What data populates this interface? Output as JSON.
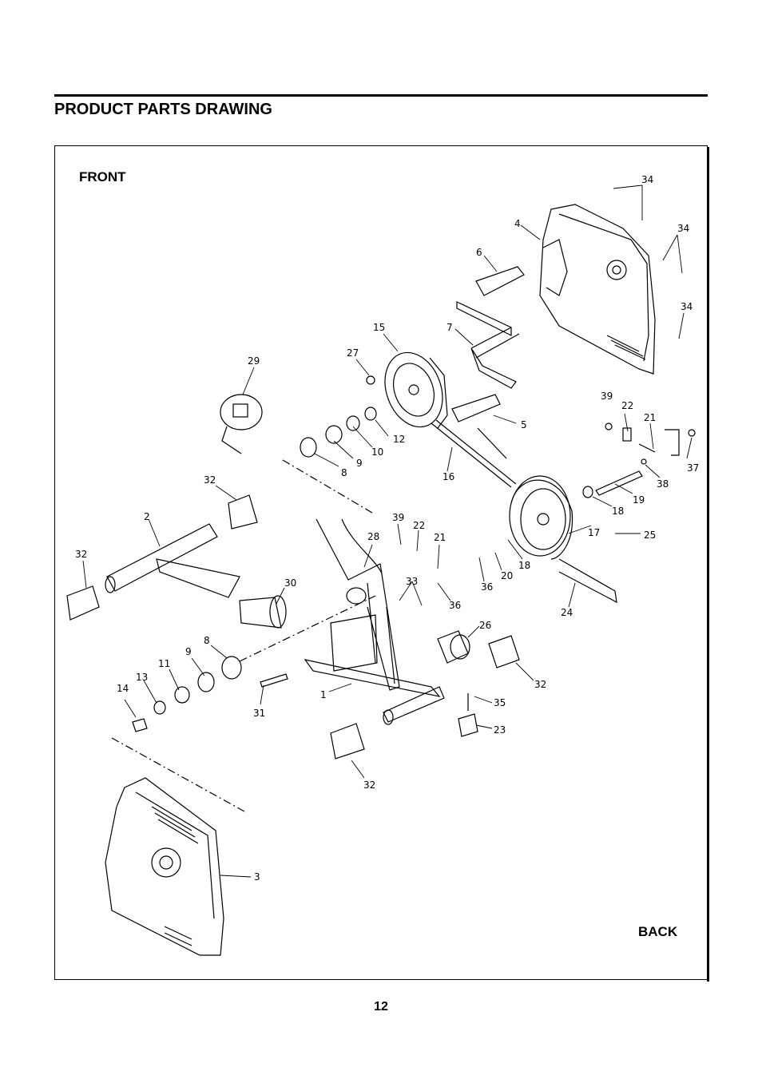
{
  "page": {
    "title": "PRODUCT PARTS DRAWING",
    "front_label": "FRONT",
    "back_label": "BACK",
    "page_number": "12"
  },
  "callouts": [
    {
      "id": "c34a",
      "text": "34"
    },
    {
      "id": "c4",
      "text": "4"
    },
    {
      "id": "c34b",
      "text": "34"
    },
    {
      "id": "c6",
      "text": "6"
    },
    {
      "id": "c34c",
      "text": "34"
    },
    {
      "id": "c15",
      "text": "15"
    },
    {
      "id": "c7",
      "text": "7"
    },
    {
      "id": "c29",
      "text": "29"
    },
    {
      "id": "c27",
      "text": "27"
    },
    {
      "id": "c39a",
      "text": "39"
    },
    {
      "id": "c22a",
      "text": "22"
    },
    {
      "id": "c21a",
      "text": "21"
    },
    {
      "id": "c5",
      "text": "5"
    },
    {
      "id": "c12",
      "text": "12"
    },
    {
      "id": "c10",
      "text": "10"
    },
    {
      "id": "c9a",
      "text": "9"
    },
    {
      "id": "c8a",
      "text": "8"
    },
    {
      "id": "c16",
      "text": "16"
    },
    {
      "id": "c37",
      "text": "37"
    },
    {
      "id": "c38",
      "text": "38"
    },
    {
      "id": "c19",
      "text": "19"
    },
    {
      "id": "c18a",
      "text": "18"
    },
    {
      "id": "c32a",
      "text": "32"
    },
    {
      "id": "c2",
      "text": "2"
    },
    {
      "id": "c39b",
      "text": "39"
    },
    {
      "id": "c22b",
      "text": "22"
    },
    {
      "id": "c21b",
      "text": "21"
    },
    {
      "id": "c28",
      "text": "28"
    },
    {
      "id": "c25",
      "text": "25"
    },
    {
      "id": "c17",
      "text": "17"
    },
    {
      "id": "c18b",
      "text": "18"
    },
    {
      "id": "c20",
      "text": "20"
    },
    {
      "id": "c36a",
      "text": "36"
    },
    {
      "id": "c32b",
      "text": "32"
    },
    {
      "id": "c33",
      "text": "33"
    },
    {
      "id": "c30",
      "text": "30"
    },
    {
      "id": "c36b",
      "text": "36"
    },
    {
      "id": "c24",
      "text": "24"
    },
    {
      "id": "c26",
      "text": "26"
    },
    {
      "id": "c8b",
      "text": "8"
    },
    {
      "id": "c9b",
      "text": "9"
    },
    {
      "id": "c11",
      "text": "11"
    },
    {
      "id": "c13",
      "text": "13"
    },
    {
      "id": "c14",
      "text": "14"
    },
    {
      "id": "c32c",
      "text": "32"
    },
    {
      "id": "c1",
      "text": "1"
    },
    {
      "id": "c31",
      "text": "31"
    },
    {
      "id": "c35",
      "text": "35"
    },
    {
      "id": "c23",
      "text": "23"
    },
    {
      "id": "c32d",
      "text": "32"
    },
    {
      "id": "c3",
      "text": "3"
    }
  ]
}
